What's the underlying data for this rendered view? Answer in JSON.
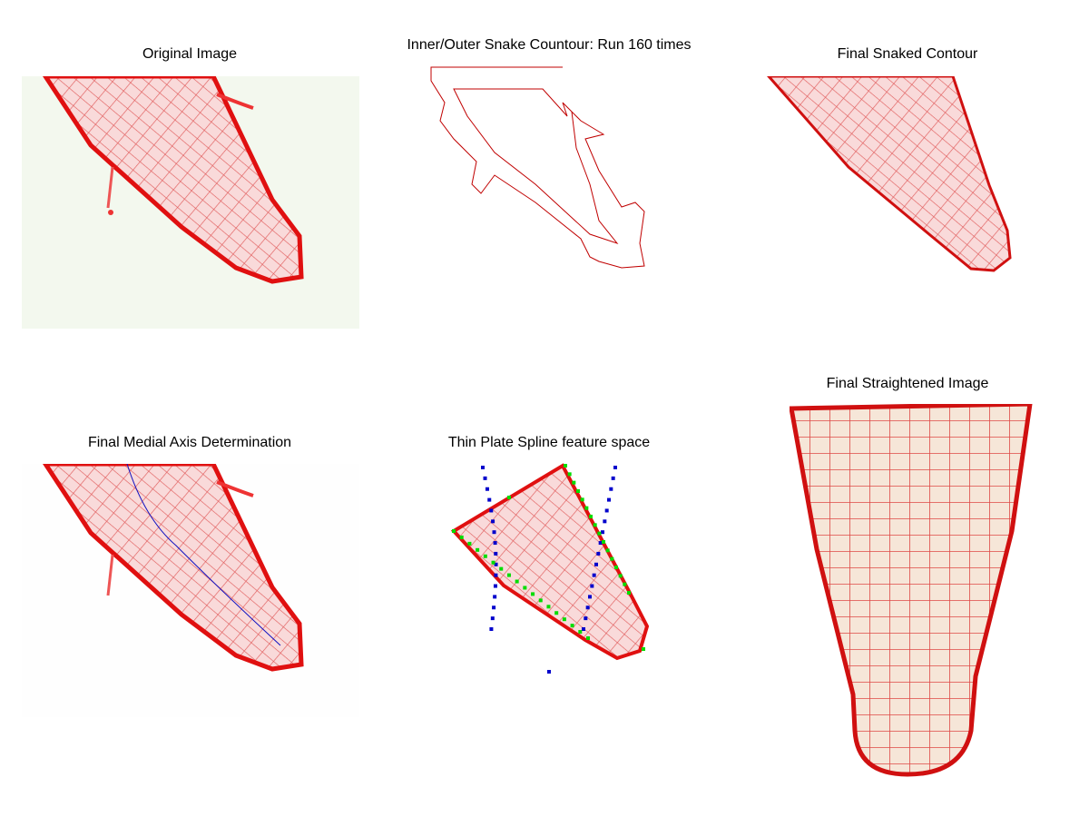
{
  "figure": {
    "panels": [
      {
        "title": "Original Image"
      },
      {
        "title": "Inner/Outer Snake Countour: Run 160 times"
      },
      {
        "title": "Final Snaked Contour"
      },
      {
        "title": "Final Medial Axis Determination"
      },
      {
        "title": "Thin Plate Spline feature space"
      },
      {
        "title": "Final Straightened Image"
      }
    ],
    "colors": {
      "stain": "#e01010",
      "tissue": "#f7d3d3",
      "background_original": "#f3f8ee",
      "contour": "#c00000",
      "medial_axis": "#1010c0",
      "tps_blue_points": "#0000cc",
      "tps_green_points": "#00dd00"
    }
  }
}
